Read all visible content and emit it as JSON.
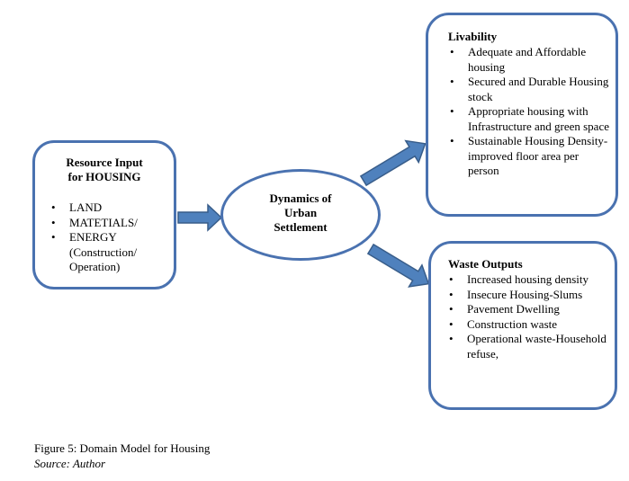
{
  "input_node": {
    "title_line1": "Resource Input",
    "title_line2": "for HOUSING",
    "items": [
      "LAND",
      "MATETIALS/",
      "ENERGY (Construction/ Operation)"
    ]
  },
  "center_node": {
    "line1": "Dynamics of",
    "line2": "Urban",
    "line3": "Settlement"
  },
  "livability_node": {
    "title": "Livability",
    "items": [
      "Adequate and Affordable housing",
      "Secured and Durable Housing stock",
      "Appropriate housing with Infrastructure and green space",
      "Sustainable Housing Density-improved floor area per person"
    ]
  },
  "waste_node": {
    "title": "Waste Outputs",
    "items": [
      "Increased housing density",
      "Insecure Housing-Slums",
      "Pavement Dwelling",
      "Construction waste",
      "Operational waste-Household refuse,"
    ]
  },
  "caption": {
    "figure": "Figure 5: Domain Model for Housing",
    "source": "Source: Author"
  },
  "colors": {
    "border": "#4a72b0",
    "arrow_fill": "#4f81bd",
    "arrow_stroke": "#385d8a"
  }
}
